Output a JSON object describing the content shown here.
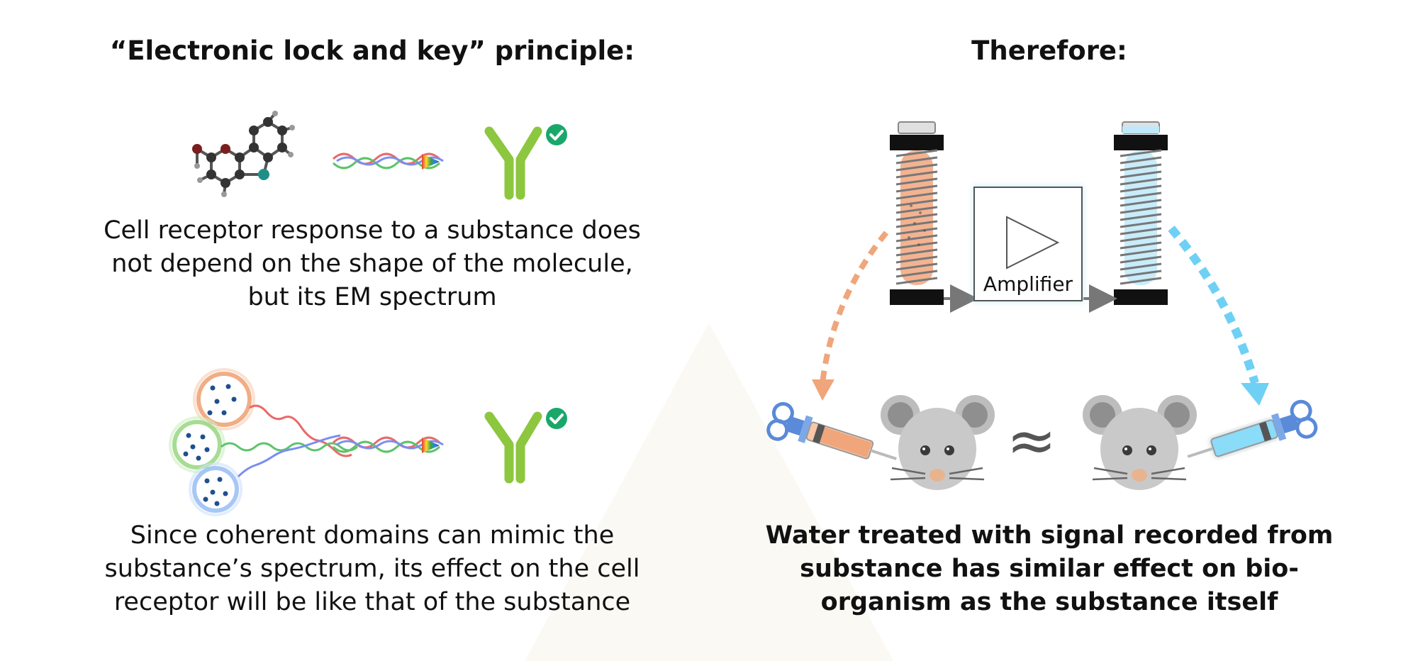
{
  "left_panel": {
    "heading": "“Electronic lock and key” principle:",
    "caption_1": "Cell receptor response to a substance does not depend on the shape of the molecule, but its EM spectrum",
    "caption_2": "Since coherent domains can mimic the substance’s spectrum, its effect on the cell receptor will be like that of the substance"
  },
  "right_panel": {
    "heading": "Therefore:",
    "amplifier_label": "Amplifier",
    "approx_symbol": "≈",
    "caption": "Water treated with signal recorded from substance has similar effect on bio-organism as the substance itself"
  },
  "colors": {
    "receptor_green": "#8dc63f",
    "check_green": "#1aa86a",
    "orange": "#f0a57a",
    "blue": "#6fd0f5",
    "wave_red": "#e86a6a",
    "wave_green": "#5cc46b",
    "wave_blue": "#7a8ef0",
    "mouse_gray": "#bdbdbd"
  }
}
